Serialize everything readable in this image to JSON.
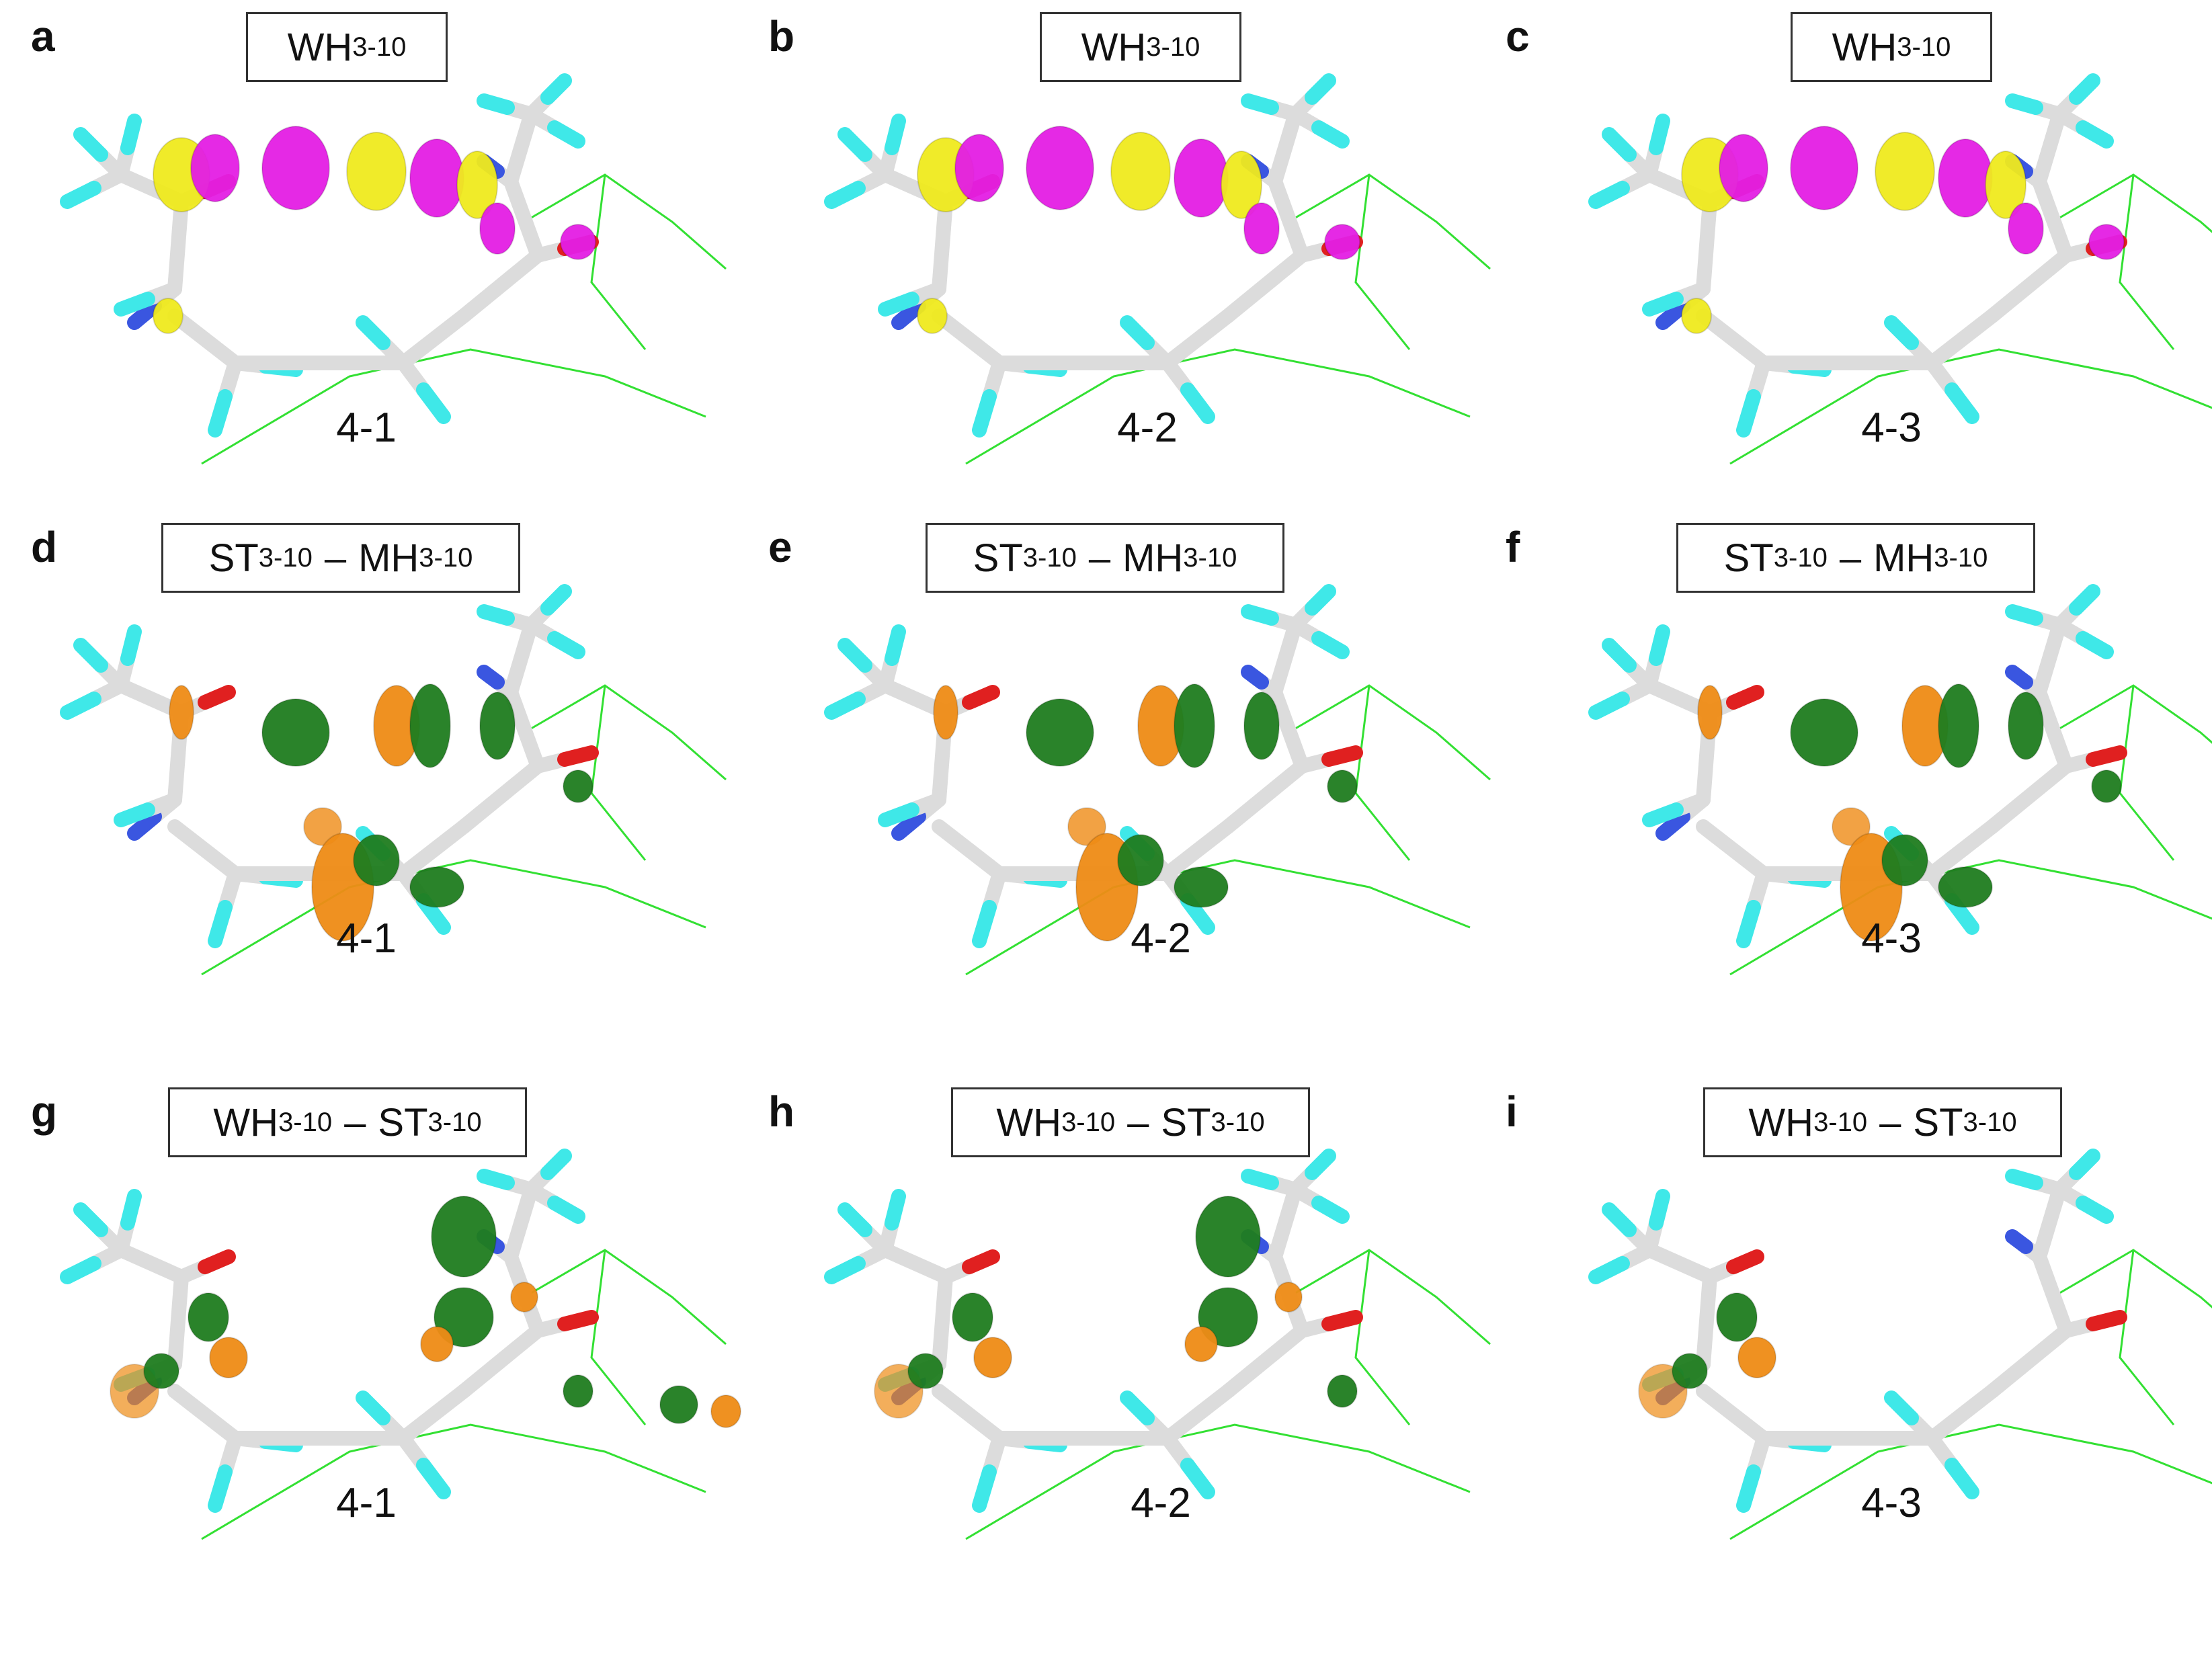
{
  "colors": {
    "green_line": "#33e033",
    "bond_white": "#dcdcdc",
    "hydrogen": "#3fe8e8",
    "nitrogen": "#3a56e0",
    "oxygen": "#e02020",
    "positive_lobe": "#f0ea1e",
    "negative_lobe": "#e41ee4",
    "diff_positive": "#1f7d1f",
    "diff_negative": "#ef8c16"
  },
  "panels": [
    {
      "letter": "a",
      "title": {
        "main": "WH",
        "sub": "3-10"
      },
      "label": "4-1",
      "kind": "orb",
      "variant": 1
    },
    {
      "letter": "b",
      "title": {
        "main": "WH",
        "sub": "3-10"
      },
      "label": "4-2",
      "kind": "orb",
      "variant": 2
    },
    {
      "letter": "c",
      "title": {
        "main": "WH",
        "sub": "3-10"
      },
      "label": "4-3",
      "kind": "orb",
      "variant": 3
    },
    {
      "letter": "d",
      "title": {
        "a": "ST",
        "asub": "3-10",
        "op": "–",
        "b": "MH",
        "bsub": "3-10"
      },
      "label": "4-1",
      "kind": "diff1",
      "variant": 1
    },
    {
      "letter": "e",
      "title": {
        "a": "ST",
        "asub": "3-10",
        "op": "–",
        "b": "MH",
        "bsub": "3-10"
      },
      "label": "4-2",
      "kind": "diff1",
      "variant": 2
    },
    {
      "letter": "f",
      "title": {
        "a": "ST",
        "asub": "3-10",
        "op": "–",
        "b": "MH",
        "bsub": "3-10"
      },
      "label": "4-3",
      "kind": "diff1",
      "variant": 3
    },
    {
      "letter": "g",
      "title": {
        "a": "WH",
        "asub": "3-10",
        "op": "–",
        "b": "ST",
        "bsub": "3-10"
      },
      "label": "4-1",
      "kind": "diff2",
      "variant": 1
    },
    {
      "letter": "h",
      "title": {
        "a": "WH",
        "asub": "3-10",
        "op": "–",
        "b": "ST",
        "bsub": "3-10"
      },
      "label": "4-2",
      "kind": "diff2",
      "variant": 2
    },
    {
      "letter": "i",
      "title": {
        "a": "WH",
        "asub": "3-10",
        "op": "–",
        "b": "ST",
        "bsub": "3-10"
      },
      "label": "4-3",
      "kind": "diff2",
      "variant": 3
    }
  ]
}
